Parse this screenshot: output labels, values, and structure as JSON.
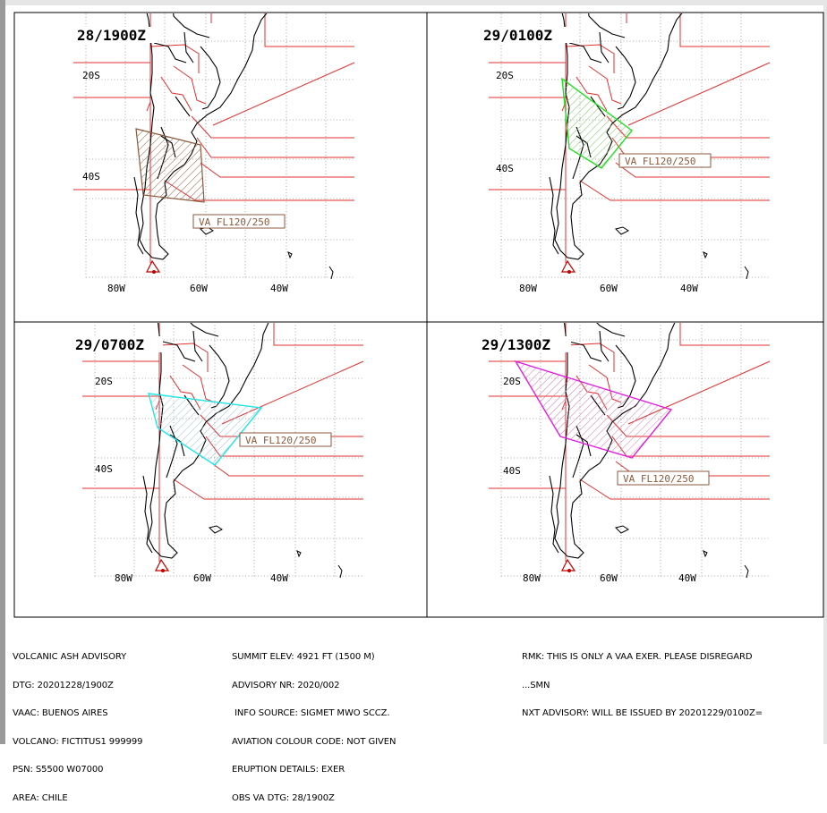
{
  "panels": [
    {
      "time": "28/1900Z",
      "label": "VA FL120/250",
      "color": "#8b5a3c"
    },
    {
      "time": "29/0100Z",
      "label": "VA FL120/250",
      "color": "#22e022"
    },
    {
      "time": "29/0700Z",
      "label": "VA FL120/250",
      "color": "#22e6e6"
    },
    {
      "time": "29/1300Z",
      "label": "VA FL120/250",
      "color": "#e020e0"
    }
  ],
  "lat_labels": [
    "20S",
    "40S"
  ],
  "lon_labels": [
    "80W",
    "60W",
    "40W"
  ],
  "advisory": {
    "col1": [
      "VOLCANIC ASH ADVISORY",
      "DTG: 20201228/1900Z",
      "VAAC: BUENOS AIRES",
      "VOLCANO: FICTITUS1 999999",
      "PSN: S5500 W07000",
      "AREA: CHILE"
    ],
    "col2": [
      "SUMMIT ELEV: 4921 FT (1500 M)",
      "ADVISORY NR: 2020/002",
      " INFO SOURCE: SIGMET MWO SCCZ.",
      "AVIATION COLOUR CODE: NOT GIVEN",
      "ERUPTION DETAILS: EXER",
      "OBS VA DTG: 28/1900Z"
    ],
    "col3": [
      "RMK: THIS IS ONLY A VAA EXER. PLEASE DISREGARD",
      "...SMN",
      "NXT ADVISORY: WILL BE ISSUED BY 20201229/0100Z="
    ]
  },
  "colors": {
    "fir_boundary": "#e03030",
    "coast": "#000000",
    "grid": "#909090"
  }
}
